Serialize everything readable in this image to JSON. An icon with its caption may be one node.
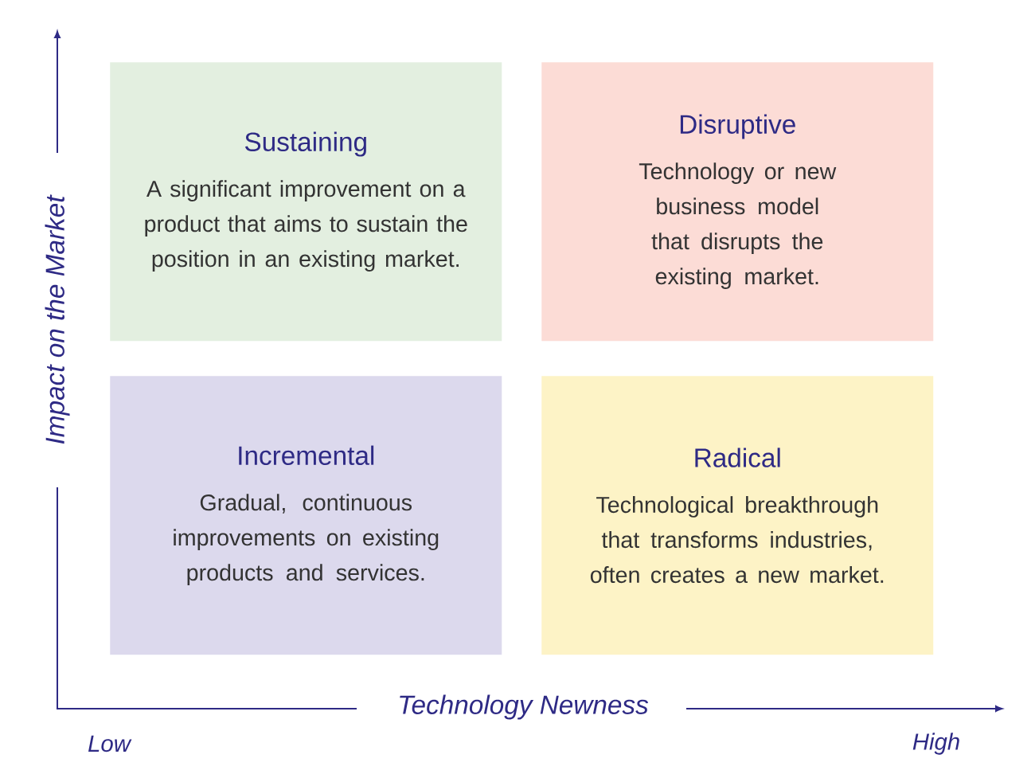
{
  "diagram": {
    "nodes": [
      {
        "text": [
          "Sustaining",
          "A significant improvement on a product that aims to sustain the position in an existing market."
        ]
      },
      {
        "text": [
          "Disruptive",
          "Technology or new business model that disrupts the existing market."
        ]
      },
      {
        "text": [
          "Incremental",
          "Gradual, continuous improvements on existing products and services."
        ]
      },
      {
        "text": [
          "Radical",
          "Technological breakthrough that transforms industries, often creates a new market."
        ]
      }
    ],
    "labels": [
      "Impact on the Market",
      "Technology Newness",
      "Low",
      "High"
    ]
  }
}
